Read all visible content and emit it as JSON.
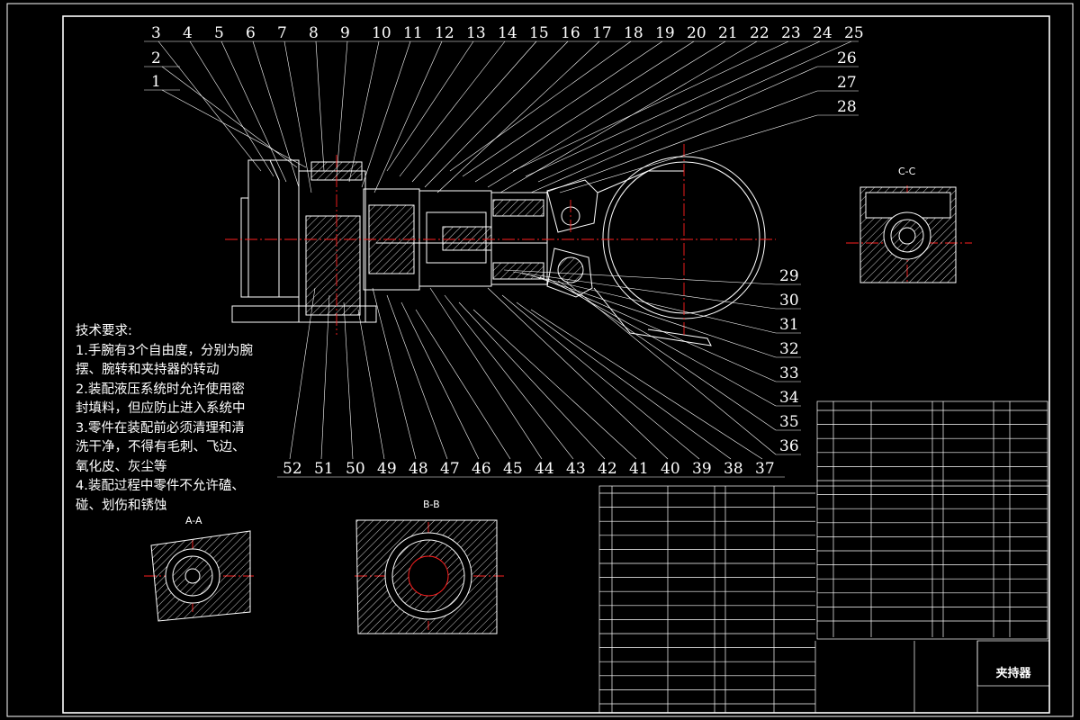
{
  "drawing": {
    "top_labels": [
      "3",
      "4",
      "5",
      "6",
      "7",
      "8",
      "9",
      "10",
      "11",
      "12",
      "13",
      "14",
      "15",
      "16",
      "17",
      "18",
      "19",
      "20",
      "21",
      "22",
      "23",
      "24",
      "25"
    ],
    "left_labels": [
      "2",
      "1"
    ],
    "right_upper_labels": [
      "26",
      "27",
      "28"
    ],
    "right_lower_labels": [
      "29",
      "30",
      "31",
      "32",
      "33",
      "34",
      "35",
      "36"
    ],
    "bottom_labels": [
      "52",
      "51",
      "50",
      "49",
      "48",
      "47",
      "46",
      "45",
      "44",
      "43",
      "42",
      "41",
      "40",
      "39",
      "38",
      "37"
    ],
    "section_views": {
      "aa": "A-A",
      "bb": "B-B",
      "cc": "C-C"
    },
    "title": "夹持器"
  },
  "technical_requirements": {
    "heading": "技术要求:",
    "lines": [
      "1.手腕有3个自由度，分别为腕",
      "摆、腕转和夹持器的转动",
      "2.装配液压系统时允许使用密",
      "封填料，但应防止进入系统中",
      "3.零件在装配前必须清理和清",
      "洗干净，不得有毛刺、飞边、",
      "氧化皮、灰尘等",
      "4.装配过程中零件不允许磕、",
      "碰、划伤和锈蚀"
    ]
  },
  "colors": {
    "line": "#ffffff",
    "center": "#ff2020",
    "background": "#000000"
  }
}
